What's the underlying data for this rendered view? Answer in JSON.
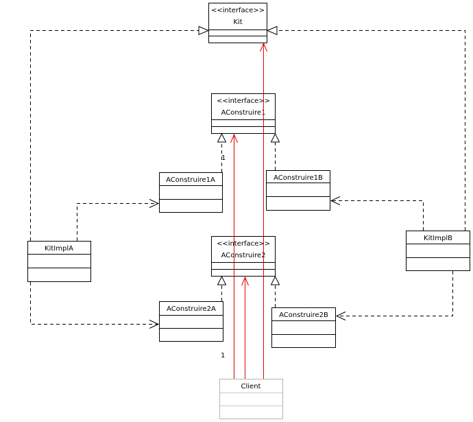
{
  "colors": {
    "association": "#e00000",
    "box_border": "#000000",
    "client_border": "#b4b4b4"
  },
  "stereotype": "<<interface>>",
  "classes": {
    "kit": {
      "name": "Kit",
      "stereotype": "<<interface>>"
    },
    "aconstruire1": {
      "name": "AConstruire1",
      "stereotype": "<<interface>>"
    },
    "aconstruire1a": {
      "name": "AConstruire1A"
    },
    "aconstruire1b": {
      "name": "AConstruire1B"
    },
    "kitimpla": {
      "name": "KitImplA"
    },
    "aconstruire2": {
      "name": "AConstruire2",
      "stereotype": "<<interface>>"
    },
    "kitimplb": {
      "name": "KitImplB"
    },
    "aconstruire2a": {
      "name": "AConstruire2A"
    },
    "aconstruire2b": {
      "name": "AConstruire2B"
    },
    "client": {
      "name": "Client"
    }
  },
  "multiplicities": {
    "upper": "1",
    "lower": "1"
  }
}
